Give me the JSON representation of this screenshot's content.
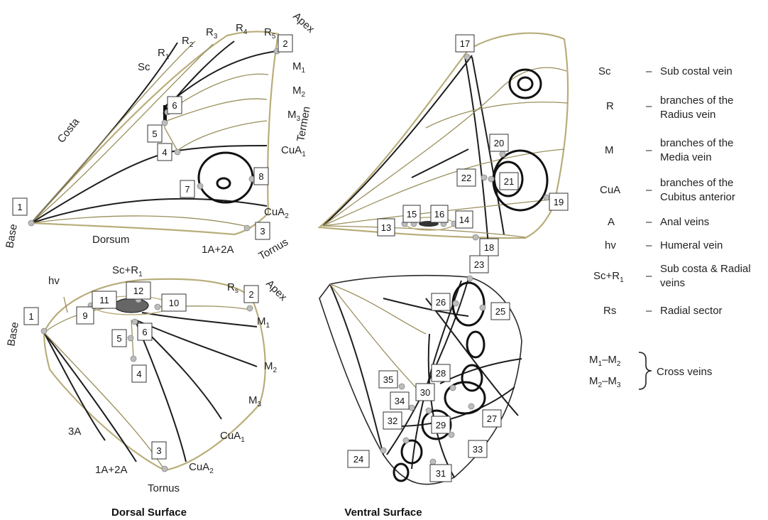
{
  "dorsal_fore": {
    "base": "Base",
    "costa": "Costa",
    "dorsum": "Dorsum",
    "termen": "Termen",
    "apex": "Apex",
    "tornus": "Tornus",
    "veins": {
      "sc": "Sc",
      "r1": "R",
      "r2": "R",
      "r3": "R",
      "r4": "R",
      "r5": "R",
      "m1": "M",
      "m2": "M",
      "m3": "M",
      "cua1": "CuA",
      "cua2": "CuA",
      "anal": "1A+2A"
    },
    "subs": {
      "r1": "1",
      "r2": "2",
      "r3": "3",
      "r4": "4",
      "r5": "5",
      "m1": "1",
      "m2": "2",
      "m3": "3",
      "cua1": "1",
      "cua2": "2"
    },
    "points": [
      "1",
      "2",
      "3",
      "4",
      "5",
      "6",
      "7",
      "8"
    ]
  },
  "ventral_fore": {
    "points": [
      "13",
      "14",
      "15",
      "16",
      "17",
      "18",
      "19",
      "20",
      "21",
      "22"
    ]
  },
  "dorsal_hind": {
    "base": "Base",
    "apex": "Apex",
    "tornus": "Tornus",
    "veins": {
      "hv": "hv",
      "scr1": "Sc+R",
      "scr1_sub": "1",
      "rs": "R",
      "rs_sub": "s",
      "m1": "M",
      "m2": "M",
      "m3": "M",
      "cua1": "CuA",
      "cua2": "CuA",
      "a12": "1A+2A",
      "a3": "3A"
    },
    "subs": {
      "m1": "1",
      "m2": "2",
      "m3": "3",
      "cua1": "1",
      "cua2": "2"
    },
    "points": [
      "1",
      "2",
      "3",
      "4",
      "5",
      "6",
      "9",
      "10",
      "11",
      "12"
    ]
  },
  "ventral_hind": {
    "points": [
      "23",
      "24",
      "25",
      "26",
      "27",
      "28",
      "29",
      "30",
      "31",
      "32",
      "33",
      "34",
      "35"
    ]
  },
  "captions": {
    "dorsal": "Dorsal Surface",
    "ventral": "Ventral Surface"
  },
  "legend": {
    "items": [
      {
        "key": "Sc",
        "dash": "–",
        "line1": "Sub costal vein",
        "line2": ""
      },
      {
        "key": "R",
        "dash": "–",
        "line1": "branches of the",
        "line2": "Radius vein"
      },
      {
        "key": "M",
        "dash": "–",
        "line1": "branches of the",
        "line2": "Media vein"
      },
      {
        "key": "CuA",
        "dash": "–",
        "line1": "branches of the",
        "line2": "Cubitus anterior"
      },
      {
        "key": "A",
        "dash": "–",
        "line1": "Anal veins",
        "line2": ""
      },
      {
        "key": "hv",
        "dash": "–",
        "line1": "Humeral vein",
        "line2": ""
      },
      {
        "key": "Sc+R",
        "key_sub": "1",
        "dash": "–",
        "line1": "Sub costa & Radial",
        "line2": "veins"
      },
      {
        "key": "Rs",
        "dash": "–",
        "line1": "Radial sector",
        "line2": ""
      }
    ],
    "cross": {
      "row1_a": "M",
      "row1_a_sub": "1",
      "row1_b": "M",
      "row1_b_sub": "2",
      "row2_a": "M",
      "row2_a_sub": "2",
      "row2_b": "M",
      "row2_b_sub": "3",
      "sep": "–",
      "label": "Cross veins"
    }
  }
}
